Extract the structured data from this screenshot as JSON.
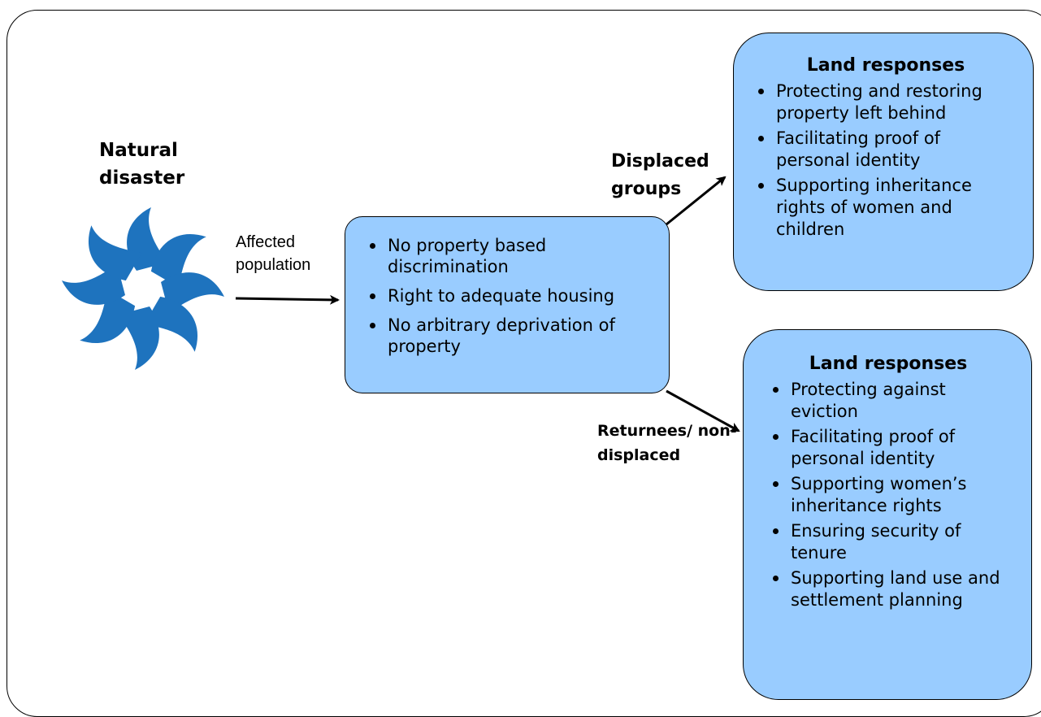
{
  "disaster": {
    "label": "Natural disaster"
  },
  "arrow_labels": {
    "affected": "Affected population",
    "displaced": "Displaced groups",
    "returnees": "Returnees/ non-displaced"
  },
  "center_box": {
    "items": [
      "No property based discrimination",
      "Right to adequate housing",
      "No arbitrary deprivation of property"
    ]
  },
  "top_box": {
    "title": "Land responses",
    "items": [
      "Protecting and restoring property left behind",
      "Facilitating proof of personal identity",
      "Supporting  inheritance rights of women and children"
    ]
  },
  "bottom_box": {
    "title": "Land responses",
    "items": [
      "Protecting against eviction",
      "Facilitating proof of personal identity",
      "Supporting  women’s inheritance rights",
      "Ensuring security of tenure",
      "Supporting land use and settlement planning"
    ]
  },
  "colors": {
    "box_fill": "#99ccff",
    "logo_blue": "#1e73be"
  }
}
